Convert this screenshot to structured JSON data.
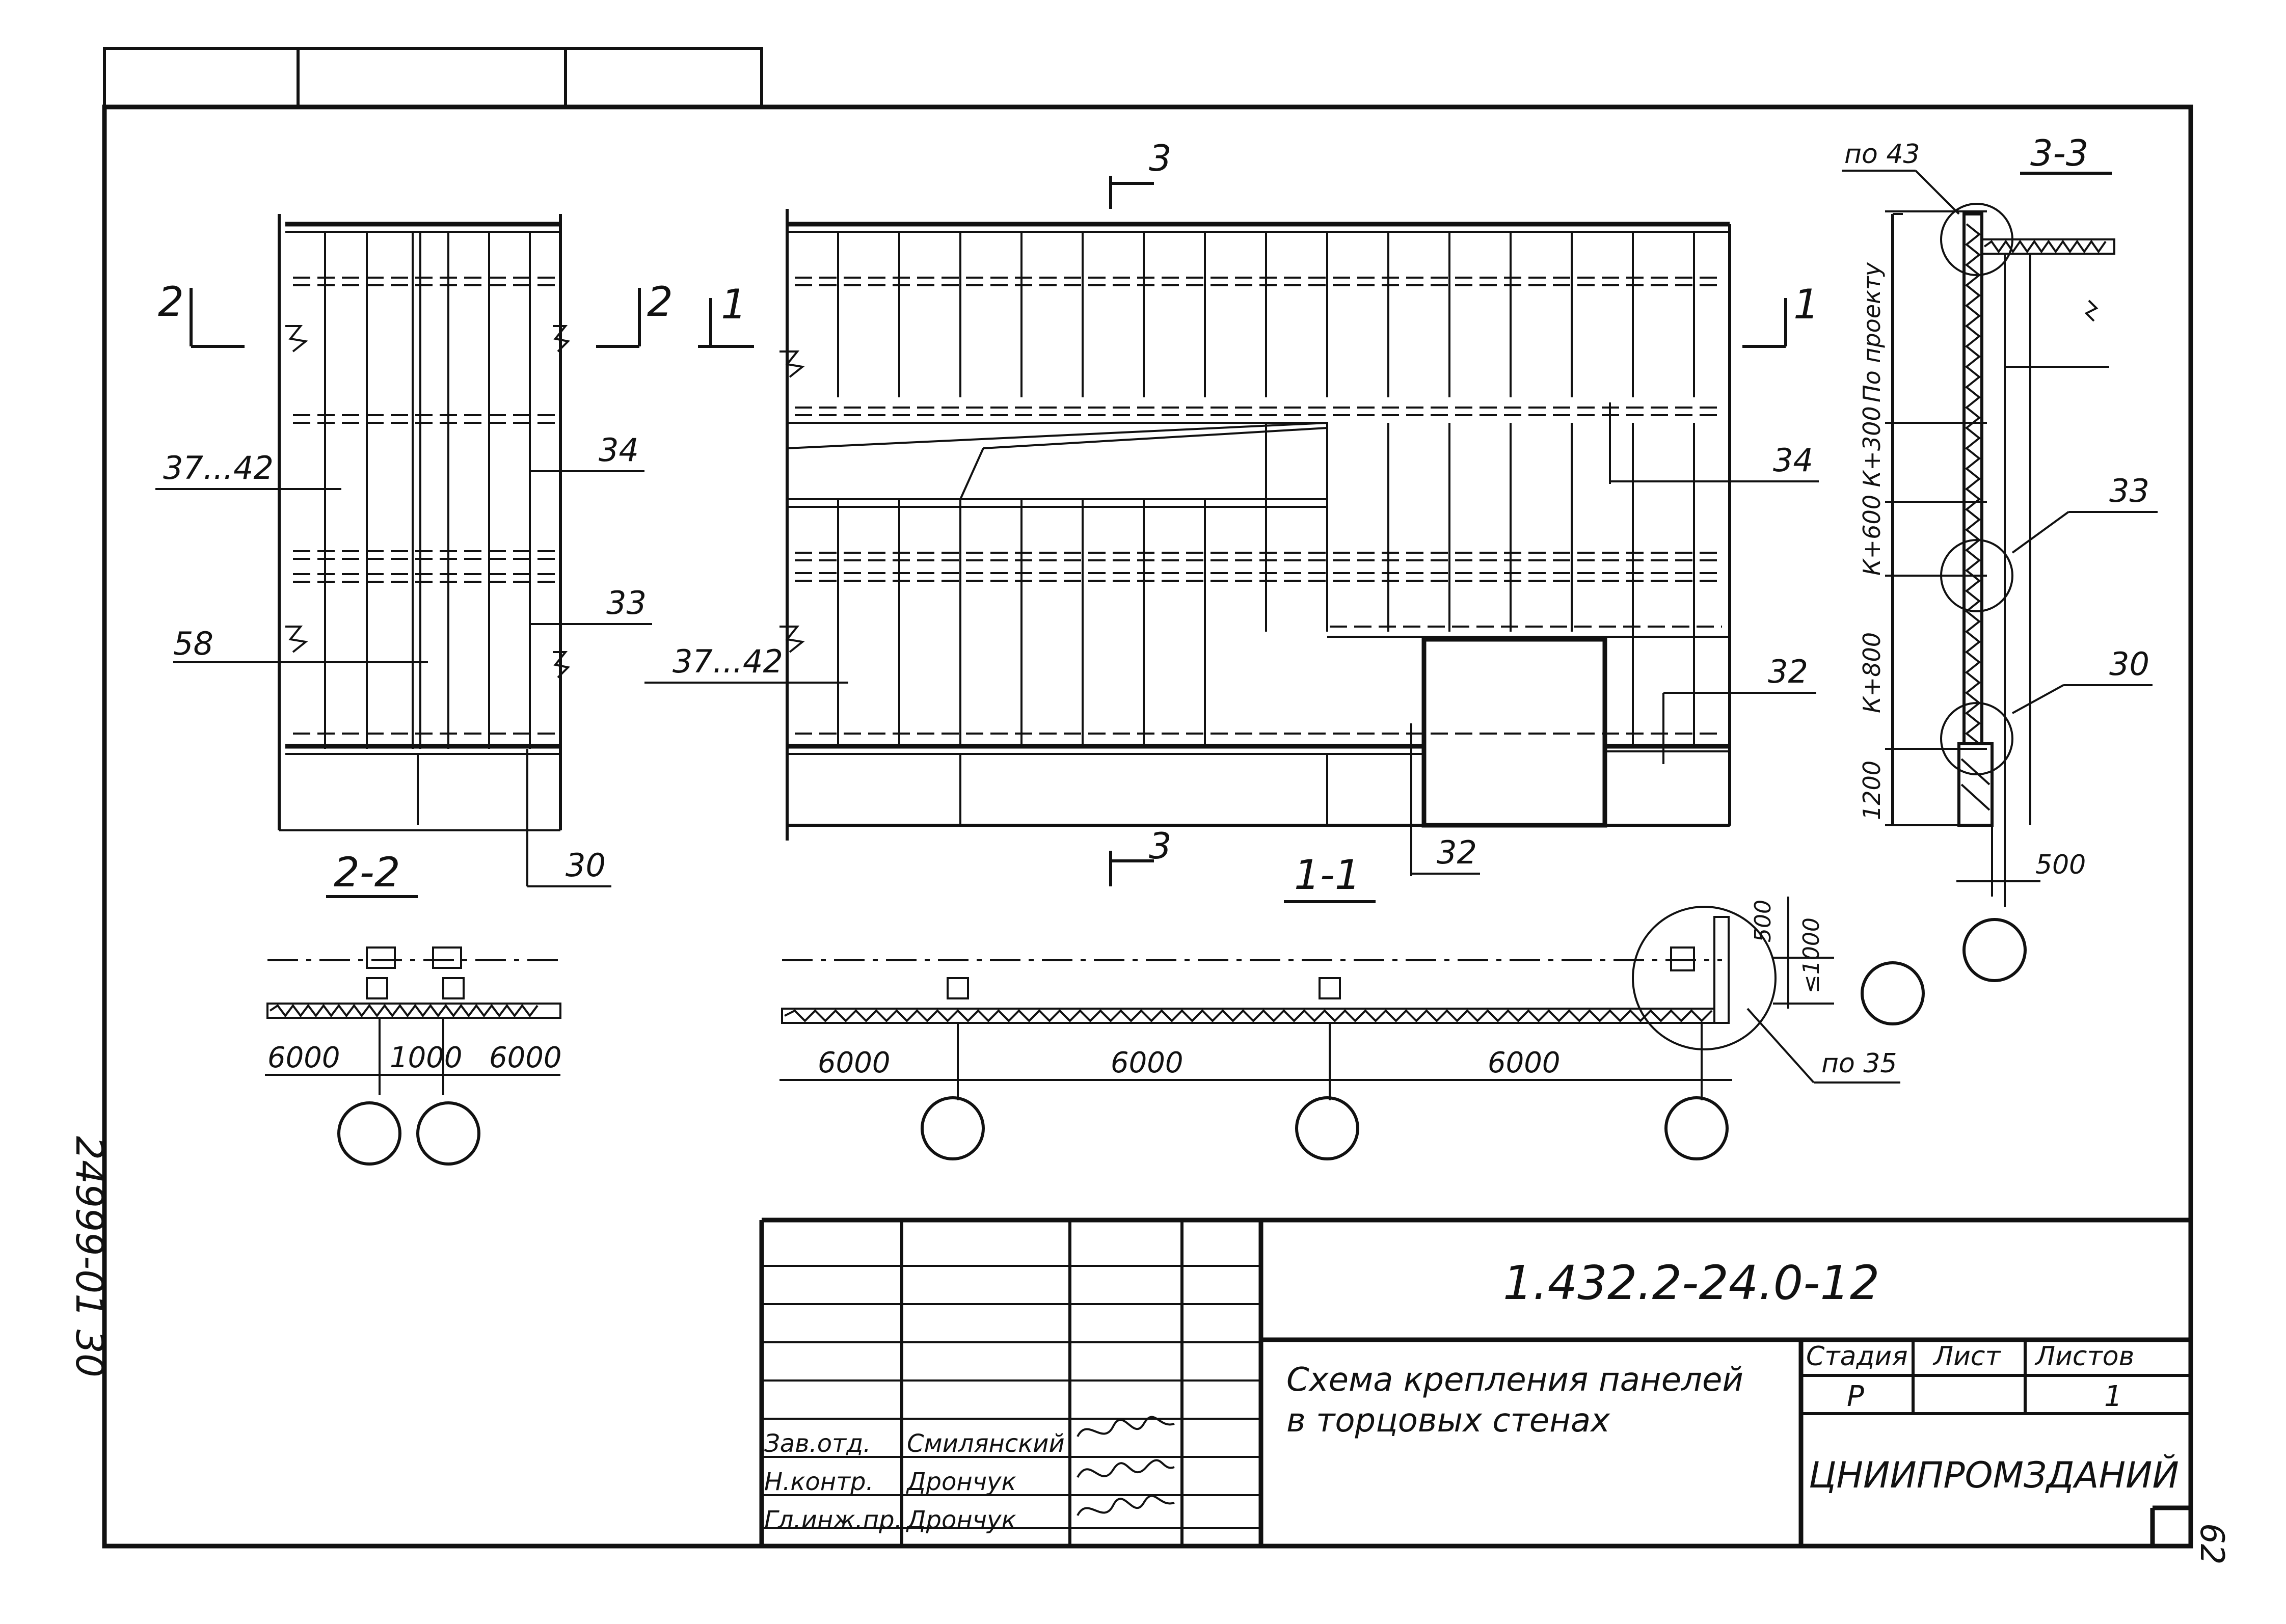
{
  "document": {
    "code": "1.432.2-24.0-12",
    "title_lines": [
      "Схема крепления панелей",
      "в торцовых стенах"
    ],
    "organization": "ЦНИИПРОМЗДАНИЙ",
    "stage_header": "Стадия",
    "sheet_header": "Лист",
    "sheets_header": "Листов",
    "stage_value": "Р",
    "sheet_value": "",
    "sheets_value": "1",
    "side_number": "24999-01   30",
    "page_number": "62"
  },
  "signatures": [
    {
      "role": "Зав.отд.",
      "name": "Смилянский"
    },
    {
      "role": "Н.контр.",
      "name": "Дрончук"
    },
    {
      "role": "Гл.инж.пр.",
      "name": "Дрончук"
    }
  ],
  "sections": {
    "s22": "2-2",
    "s11": "1-1",
    "s33": "3-3",
    "mark2": "2",
    "mark1": "1",
    "mark3": "3"
  },
  "callouts": {
    "c3742a": "37...42",
    "c3742b": "37...42",
    "c34a": "34",
    "c34b": "34",
    "c33a": "33",
    "c33b": "33",
    "c58": "58",
    "c30a": "30",
    "c30b": "30",
    "c32a": "32",
    "c32b": "32",
    "c43": "по 43",
    "c35": "по 35"
  },
  "dimensions": {
    "d22": [
      "6000",
      "1000",
      "6000"
    ],
    "d11": [
      "6000",
      "6000",
      "6000"
    ],
    "d500a": "500",
    "d500b": "500",
    "d1000": "≤1000",
    "elev": [
      "По проекту",
      "К+600 К+300",
      "К+800",
      "1200"
    ]
  }
}
